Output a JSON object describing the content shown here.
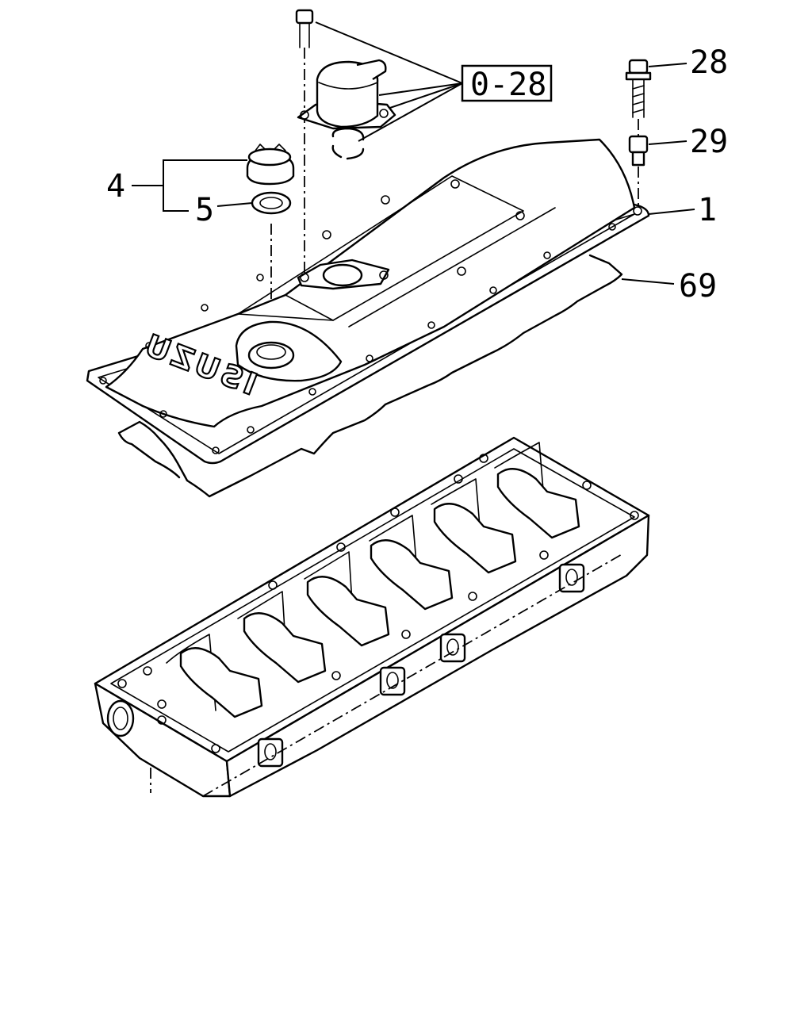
{
  "diagram": {
    "reference_box": "0-28",
    "callouts": [
      {
        "id": "callout-28",
        "label": "28"
      },
      {
        "id": "callout-29",
        "label": "29"
      },
      {
        "id": "callout-1",
        "label": "1"
      },
      {
        "id": "callout-69",
        "label": "69"
      },
      {
        "id": "callout-4",
        "label": "4"
      },
      {
        "id": "callout-5",
        "label": "5"
      }
    ],
    "cover_logo": "ISUZU"
  }
}
